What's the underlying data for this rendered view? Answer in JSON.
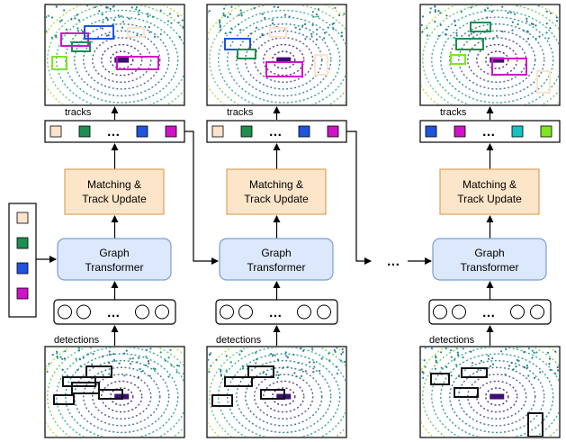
{
  "labels": {
    "tracks": "tracks",
    "detections": "detections",
    "matching_line1": "Matching &",
    "matching_line2": "Track Update",
    "transformer_line1": "Graph",
    "transformer_line2": "Transformer",
    "ellipsis": "…",
    "between_dots": "…"
  },
  "colors": {
    "peach": "#fde3cc",
    "green": "#1d8f4e",
    "blue": "#1f54e0",
    "magenta": "#d012c8",
    "cyan": "#17c2c2",
    "lime": "#7ee520",
    "matching_fill": "#fde5c9",
    "matching_stroke": "#d9a35b",
    "transformer_fill": "#dce8fb",
    "transformer_stroke": "#7a9fcf"
  },
  "columns": [
    {
      "id": "t1",
      "track_colors": [
        "peach",
        "green",
        "blue",
        "magenta"
      ]
    },
    {
      "id": "t2",
      "track_colors": [
        "peach",
        "green",
        "blue",
        "magenta"
      ]
    },
    {
      "id": "t3",
      "track_colors": [
        "blue",
        "magenta",
        "cyan",
        "lime"
      ]
    }
  ],
  "initial_tracks": [
    "peach",
    "green",
    "blue",
    "magenta"
  ]
}
